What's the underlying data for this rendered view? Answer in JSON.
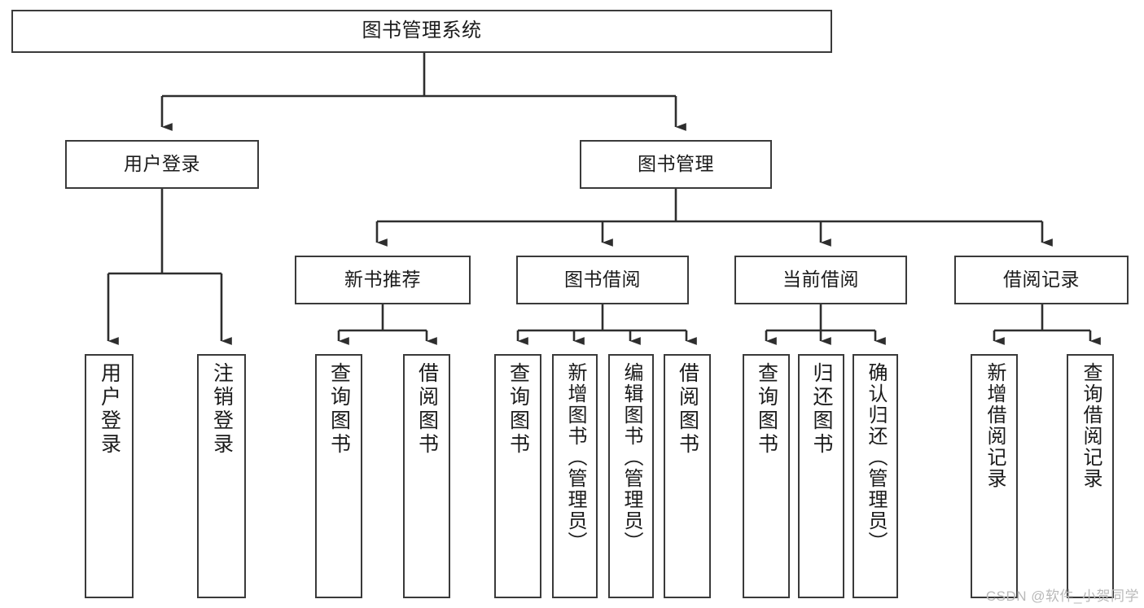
{
  "diagram": {
    "title": "图书管理系统",
    "watermark": "CSDN @软件_小贺同学",
    "colors": {
      "box_border": "#3a3a3a",
      "box_fill": "#ffffff",
      "edge": "#2e2e2e",
      "text": "#1b1b1b",
      "watermark": "#b9b9b9"
    },
    "levels": {
      "root": "图书管理系统",
      "level2": [
        "用户登录",
        "图书管理"
      ],
      "level3": [
        "新书推荐",
        "图书借阅",
        "当前借阅",
        "借阅记录"
      ]
    },
    "nodes": {
      "root": {
        "label": "图书管理系统"
      },
      "user_login": {
        "label": "用户登录"
      },
      "book_manage": {
        "label": "图书管理"
      },
      "new_book_rec": {
        "label": "新书推荐"
      },
      "book_borrow": {
        "label": "图书借阅"
      },
      "current_borrow": {
        "label": "当前借阅"
      },
      "borrow_record": {
        "label": "借阅记录"
      },
      "leaf_user_login": {
        "label": "用户登录"
      },
      "leaf_logout": {
        "label": "注销登录"
      },
      "leaf_query_book_a": {
        "label": "查询图书"
      },
      "leaf_borrow_book_a": {
        "label": "借阅图书"
      },
      "leaf_query_book_b": {
        "label": "查询图书"
      },
      "leaf_add_book_admin": {
        "label": "新增图书（管理员）"
      },
      "leaf_edit_book_admin": {
        "label": "编辑图书（管理员）"
      },
      "leaf_borrow_book_b": {
        "label": "借阅图书"
      },
      "leaf_query_book_c": {
        "label": "查询图书"
      },
      "leaf_return_book": {
        "label": "归还图书"
      },
      "leaf_confirm_return_admin": {
        "label": "确认归还（管理员）"
      },
      "leaf_add_record": {
        "label": "新增借阅记录"
      },
      "leaf_query_record": {
        "label": "查询借阅记录"
      }
    },
    "tree": [
      {
        "label": "图书管理系统",
        "children": [
          {
            "label": "用户登录",
            "children": [
              {
                "label": "用户登录"
              },
              {
                "label": "注销登录"
              }
            ]
          },
          {
            "label": "图书管理",
            "children": [
              {
                "label": "新书推荐",
                "children": [
                  {
                    "label": "查询图书"
                  },
                  {
                    "label": "借阅图书"
                  }
                ]
              },
              {
                "label": "图书借阅",
                "children": [
                  {
                    "label": "查询图书"
                  },
                  {
                    "label": "新增图书（管理员）"
                  },
                  {
                    "label": "编辑图书（管理员）"
                  },
                  {
                    "label": "借阅图书"
                  }
                ]
              },
              {
                "label": "当前借阅",
                "children": [
                  {
                    "label": "查询图书"
                  },
                  {
                    "label": "归还图书"
                  },
                  {
                    "label": "确认归还（管理员）"
                  }
                ]
              },
              {
                "label": "借阅记录",
                "children": [
                  {
                    "label": "新增借阅记录"
                  },
                  {
                    "label": "查询借阅记录"
                  }
                ]
              }
            ]
          }
        ]
      }
    ]
  }
}
